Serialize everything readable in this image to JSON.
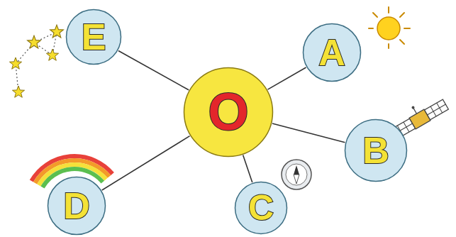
{
  "diagram": {
    "nodes": [
      {
        "text": [
          "E"
        ]
      },
      {
        "text": [
          "A"
        ]
      },
      {
        "text": [
          "O"
        ]
      },
      {
        "text": [
          "B"
        ]
      },
      {
        "text": [
          "D"
        ]
      },
      {
        "text": [
          "C"
        ]
      }
    ],
    "edges": [
      {
        "from": 2,
        "to": 0,
        "arrow": "none"
      },
      {
        "from": 2,
        "to": 1,
        "arrow": "none"
      },
      {
        "from": 2,
        "to": 3,
        "arrow": "none"
      },
      {
        "from": 2,
        "to": 4,
        "arrow": "none"
      },
      {
        "from": 2,
        "to": 5,
        "arrow": "none"
      }
    ]
  }
}
